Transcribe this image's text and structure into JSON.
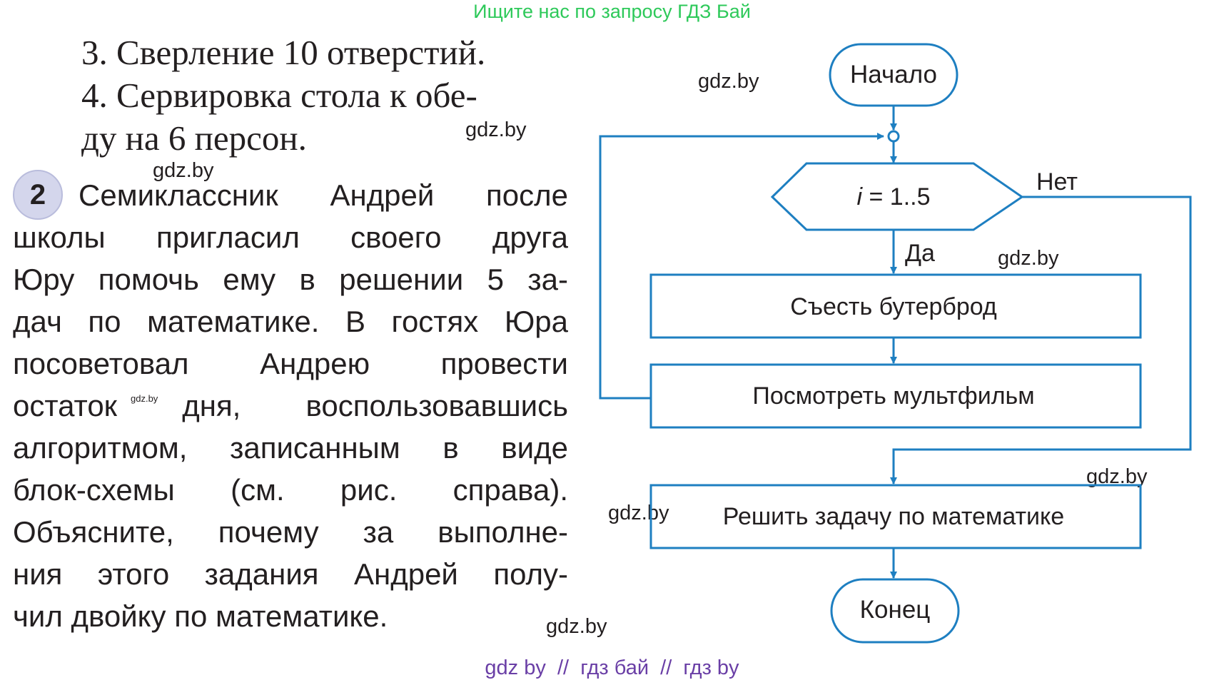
{
  "top_banner": "Ищите нас по запросу ГДЗ Бай",
  "serif_list": {
    "line1": "3. Сверление 10 отверстий.",
    "line2": "4. Сервировка стола к обе-",
    "line3": "ду на 6 персон."
  },
  "task": {
    "number": "2",
    "lines": [
      "Семиклассник Андрей после",
      "школы пригласил своего друга",
      "Юру помочь ему в решении 5 за-",
      "дач по математике. В гостях Юра",
      "посоветовал Андрею провести",
      "остаток дня, воспользовавшись",
      "алгоритмом, записанным в виде",
      "блок-схемы (см. рис. справа).",
      "Объясните, почему за выполне-",
      "ния этого задания Андрей полу-",
      "чил двойку по математике."
    ]
  },
  "watermark": "gdz.by",
  "flowchart": {
    "start": "Начало",
    "loop_var": "i",
    "loop_range": " = 1..5",
    "yes_label": "Да",
    "no_label": "Нет",
    "step1": "Съесть бутерброд",
    "step2": "Посмотреть мультфильм",
    "step3": "Решить задачу по математике",
    "end": "Конец",
    "line_color": "#1e7fc1"
  },
  "bottom_banner": "gdz by  //  гдз бай  //  гдз by"
}
